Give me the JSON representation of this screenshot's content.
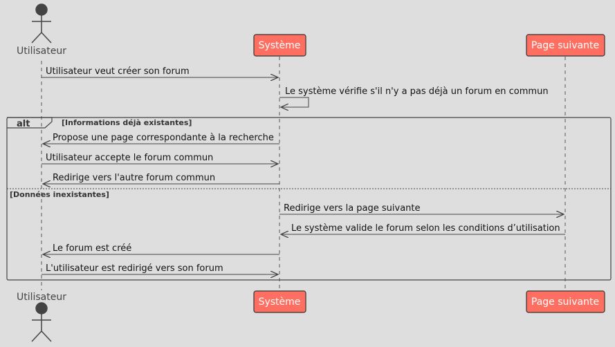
{
  "colors": {
    "background": "#dedede",
    "participant_fill": "#ff6f61",
    "line": "#444444"
  },
  "participants": [
    {
      "id": "utilisateur",
      "label": "Utilisateur",
      "kind": "actor"
    },
    {
      "id": "systeme",
      "label": "Système",
      "kind": "participant"
    },
    {
      "id": "page_suivante",
      "label": "Page suivante",
      "kind": "participant"
    }
  ],
  "messages": [
    {
      "from": "utilisateur",
      "to": "systeme",
      "text": "Utilisateur veut créer son forum"
    },
    {
      "from": "systeme",
      "to": "systeme",
      "text": "Le système vérifie s'il n'y a pas déjà un forum en commun"
    },
    {
      "from": "systeme",
      "to": "utilisateur",
      "text": "Propose une page correspondante à la recherche"
    },
    {
      "from": "utilisateur",
      "to": "systeme",
      "text": "Utilisateur accepte le forum commun"
    },
    {
      "from": "systeme",
      "to": "utilisateur",
      "text": "Redirige vers l'autre forum commun"
    },
    {
      "from": "systeme",
      "to": "page_suivante",
      "text": "Redirige vers la page suivante"
    },
    {
      "from": "page_suivante",
      "to": "systeme",
      "text": "Le système valide le forum selon les conditions d’utilisation"
    },
    {
      "from": "systeme",
      "to": "utilisateur",
      "text": "Le forum est créé"
    },
    {
      "from": "utilisateur",
      "to": "systeme",
      "text": "L'utilisateur est redirigé vers son forum"
    }
  ],
  "alt_fragment": {
    "keyword": "alt",
    "guards": [
      "[Informations déjà existantes]",
      "[Données inexistantes]"
    ]
  }
}
